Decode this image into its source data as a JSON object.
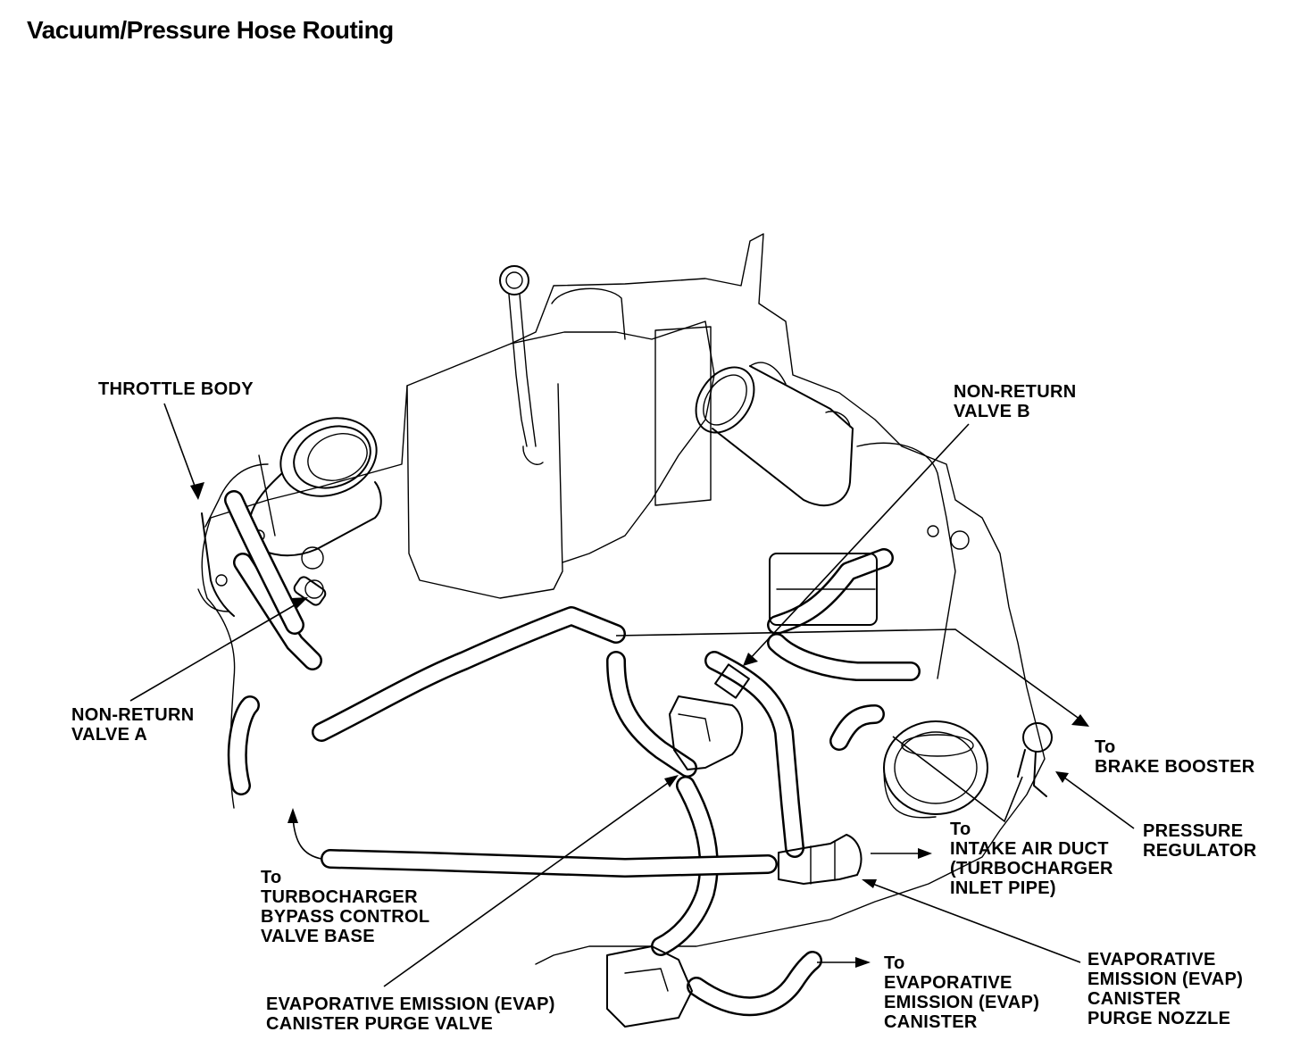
{
  "title": "Vacuum/Pressure Hose Routing",
  "labels": {
    "throttle_body": [
      "THROTTLE BODY"
    ],
    "non_return_valve_b": [
      "NON-RETURN",
      "VALVE B"
    ],
    "non_return_valve_a": [
      "NON-RETURN",
      "VALVE A"
    ],
    "brake_booster": [
      "To",
      "BRAKE BOOSTER"
    ],
    "pressure_regulator": [
      "PRESSURE",
      "REGULATOR"
    ],
    "intake_air_duct": [
      "To",
      "INTAKE AIR DUCT",
      "(TURBOCHARGER",
      "INLET PIPE)"
    ],
    "turbo_bypass": [
      "To",
      "TURBOCHARGER",
      "BYPASS CONTROL",
      "VALVE BASE"
    ],
    "evap_purge_nozzle": [
      "EVAPORATIVE",
      "EMISSION (EVAP)",
      "CANISTER",
      "PURGE NOZZLE"
    ],
    "evap_canister": [
      "To",
      "EVAPORATIVE",
      "EMISSION (EVAP)",
      "CANISTER"
    ],
    "evap_purge_valve": [
      "EVAPORATIVE EMISSION (EVAP)",
      "CANISTER PURGE VALVE"
    ]
  }
}
